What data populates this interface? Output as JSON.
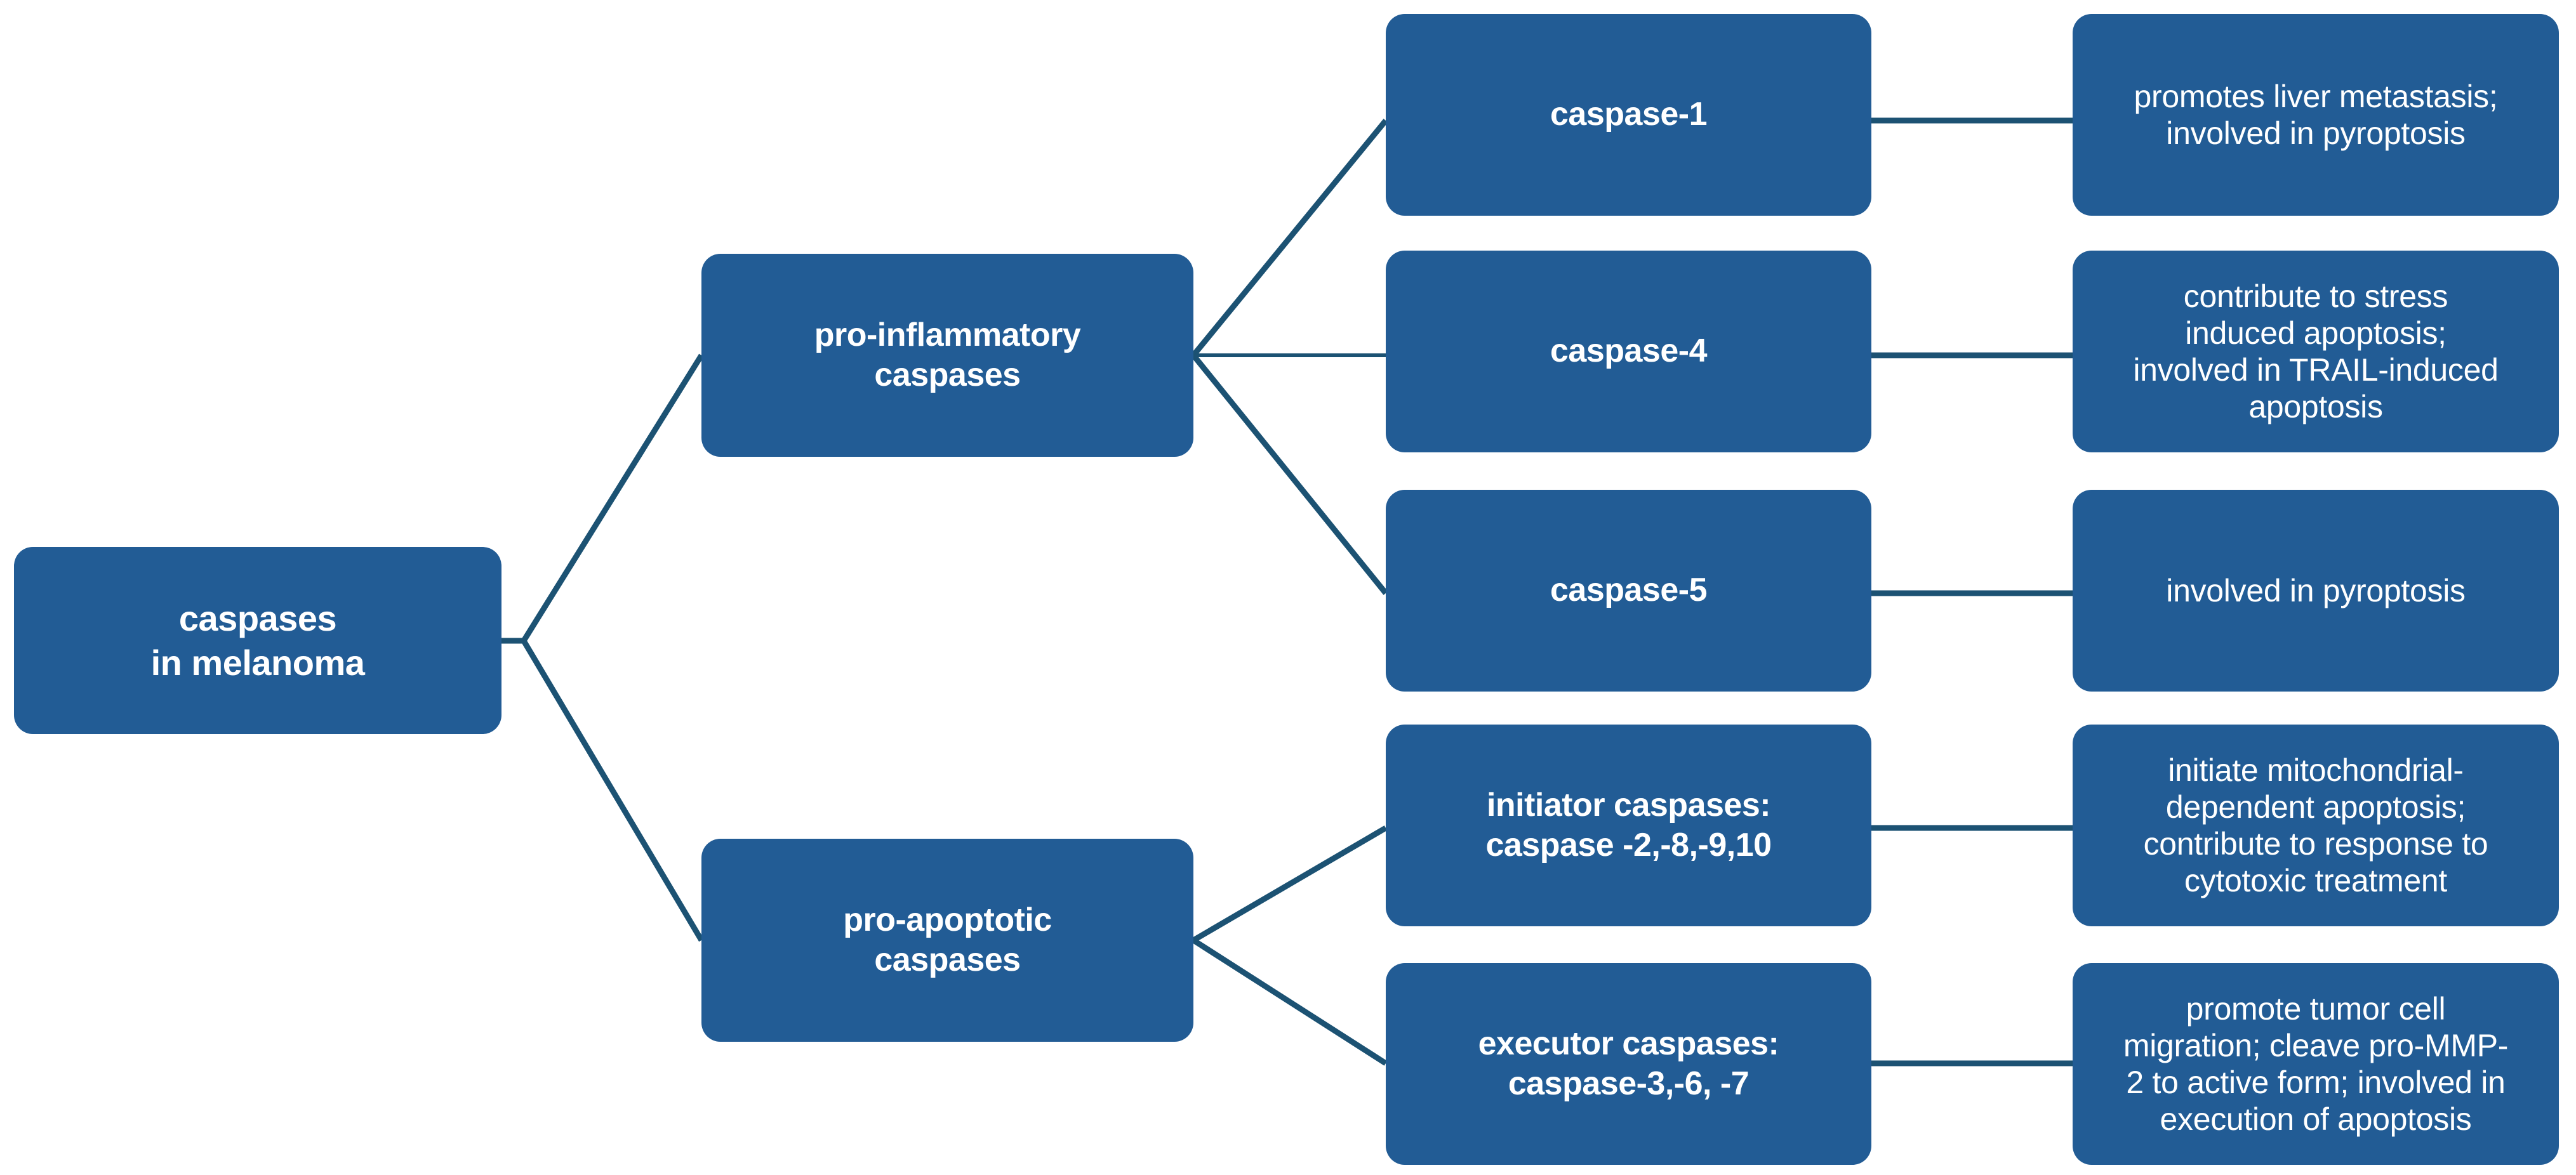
{
  "diagram": {
    "title_node": "caspases\nin melanoma",
    "colors": {
      "node_fill": "#225C95",
      "edge_stroke": "#1C5273",
      "node_text": "#FFFFFF",
      "background": "#FFFFFF"
    },
    "levels": {
      "root": {
        "label": "caspases\nin melanoma"
      },
      "categories": [
        {
          "id": "pro-inflammatory",
          "label": "pro-inflammatory\ncaspases"
        },
        {
          "id": "pro-apoptotic",
          "label": "pro-apoptotic\ncaspases"
        }
      ],
      "members": [
        {
          "id": "caspase-1",
          "label": "caspase-1",
          "parent": "pro-inflammatory"
        },
        {
          "id": "caspase-4",
          "label": "caspase-4",
          "parent": "pro-inflammatory"
        },
        {
          "id": "caspase-5",
          "label": "caspase-5",
          "parent": "pro-inflammatory"
        },
        {
          "id": "initiator",
          "label": "initiator caspases:\ncaspase -2,-8,-9,10",
          "parent": "pro-apoptotic"
        },
        {
          "id": "executor",
          "label": "executor caspases:\ncaspase-3,-6, -7",
          "parent": "pro-apoptotic"
        }
      ],
      "descriptions": [
        {
          "id": "desc-caspase-1",
          "label": "promotes liver metastasis;\ninvolved in pyroptosis",
          "parent": "caspase-1"
        },
        {
          "id": "desc-caspase-4",
          "label": "contribute to stress\ninduced apoptosis;\ninvolved in TRAIL-induced\napoptosis",
          "parent": "caspase-4"
        },
        {
          "id": "desc-caspase-5",
          "label": "involved in pyroptosis",
          "parent": "caspase-5"
        },
        {
          "id": "desc-initiator",
          "label": "initiate mitochondrial-\ndependent apoptosis;\ncontribute to response to\ncytotoxic treatment",
          "parent": "initiator"
        },
        {
          "id": "desc-executor",
          "label": "promote tumor cell\nmigration; cleave pro-MMP-\n2 to active form; involved in\nexecution of apoptosis",
          "parent": "executor"
        }
      ]
    }
  }
}
